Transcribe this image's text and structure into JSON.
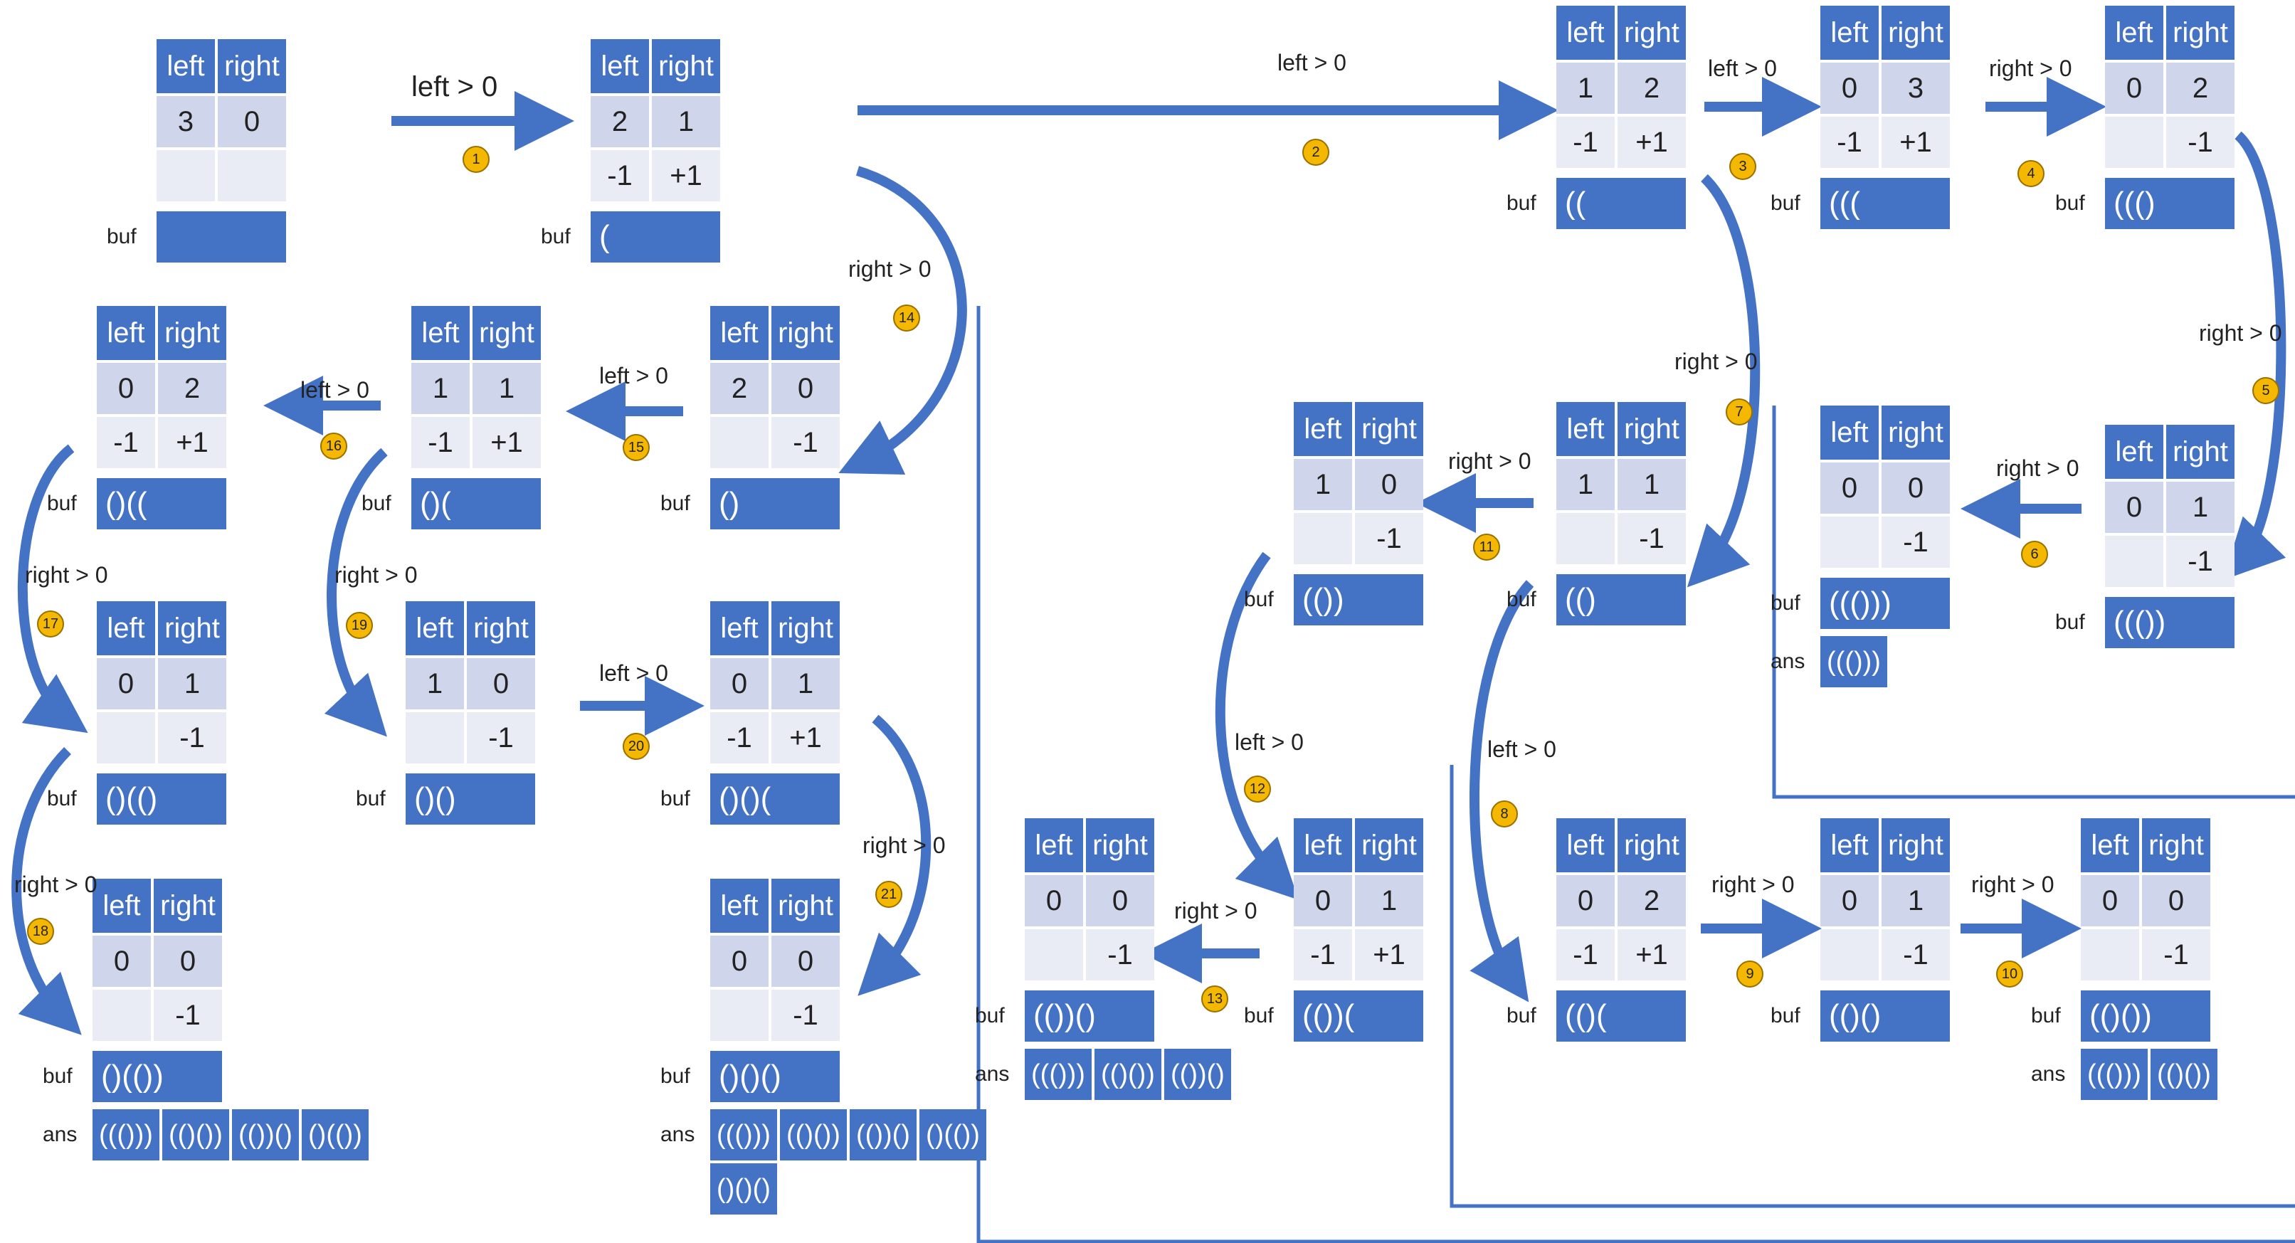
{
  "headers": {
    "left": "left",
    "right": "right"
  },
  "buf_label": "buf",
  "ans_label": "ans",
  "nodes": [
    {
      "id": "n0",
      "left": "3",
      "right": "0",
      "dl": "",
      "dr": "",
      "buf": ""
    },
    {
      "id": "n1",
      "left": "2",
      "right": "1",
      "dl": "-1",
      "dr": "+1",
      "buf": "("
    },
    {
      "id": "n2",
      "left": "1",
      "right": "2",
      "dl": "-1",
      "dr": "+1",
      "buf": "(("
    },
    {
      "id": "n3",
      "left": "0",
      "right": "3",
      "dl": "-1",
      "dr": "+1",
      "buf": "((("
    },
    {
      "id": "n4",
      "left": "0",
      "right": "2",
      "dl": "",
      "dr": "-1",
      "buf": "((()"
    },
    {
      "id": "n5",
      "left": "0",
      "right": "1",
      "dl": "",
      "dr": "-1",
      "buf": "((())"
    },
    {
      "id": "n6",
      "left": "0",
      "right": "0",
      "dl": "",
      "dr": "-1",
      "buf": "((()))",
      "ans": [
        "((()))"
      ]
    },
    {
      "id": "n7",
      "left": "1",
      "right": "1",
      "dl": "",
      "dr": "-1",
      "buf": "(()"
    },
    {
      "id": "n8",
      "left": "0",
      "right": "2",
      "dl": "-1",
      "dr": "+1",
      "buf": "(()("
    },
    {
      "id": "n9",
      "left": "0",
      "right": "1",
      "dl": "",
      "dr": "-1",
      "buf": "(()()"
    },
    {
      "id": "n10",
      "left": "0",
      "right": "0",
      "dl": "",
      "dr": "-1",
      "buf": "(()())",
      "ans": [
        "((()))",
        "(()())"
      ]
    },
    {
      "id": "n11",
      "left": "1",
      "right": "0",
      "dl": "",
      "dr": "-1",
      "buf": "(())"
    },
    {
      "id": "n12",
      "left": "0",
      "right": "1",
      "dl": "-1",
      "dr": "+1",
      "buf": "(())("
    },
    {
      "id": "n13",
      "left": "0",
      "right": "0",
      "dl": "",
      "dr": "-1",
      "buf": "(())()",
      "ans": [
        "((()))",
        "(()())",
        "(())()"
      ]
    },
    {
      "id": "n14",
      "left": "2",
      "right": "0",
      "dl": "",
      "dr": "-1",
      "buf": "()"
    },
    {
      "id": "n15",
      "left": "1",
      "right": "1",
      "dl": "-1",
      "dr": "+1",
      "buf": "()("
    },
    {
      "id": "n16",
      "left": "0",
      "right": "2",
      "dl": "-1",
      "dr": "+1",
      "buf": "()(("
    },
    {
      "id": "n17",
      "left": "0",
      "right": "1",
      "dl": "",
      "dr": "-1",
      "buf": "()(()"
    },
    {
      "id": "n18",
      "left": "0",
      "right": "0",
      "dl": "",
      "dr": "-1",
      "buf": "()(())",
      "ans": [
        "((()))",
        "(()())",
        "(())()",
        "()(())"
      ]
    },
    {
      "id": "n19",
      "left": "1",
      "right": "0",
      "dl": "",
      "dr": "-1",
      "buf": "()()"
    },
    {
      "id": "n20",
      "left": "0",
      "right": "1",
      "dl": "-1",
      "dr": "+1",
      "buf": "()()("
    },
    {
      "id": "n21",
      "left": "0",
      "right": "0",
      "dl": "",
      "dr": "-1",
      "buf": "()()()",
      "ans": [
        "((()))",
        "(()())",
        "(())()",
        "()(())",
        "()()()"
      ]
    }
  ],
  "edges": [
    {
      "step": "1",
      "label": "left > 0"
    },
    {
      "step": "2",
      "label": "left > 0"
    },
    {
      "step": "3",
      "label": "left > 0"
    },
    {
      "step": "4",
      "label": "right > 0"
    },
    {
      "step": "5",
      "label": "right > 0"
    },
    {
      "step": "6",
      "label": "right > 0"
    },
    {
      "step": "7",
      "label": "right > 0"
    },
    {
      "step": "8",
      "label": "left > 0"
    },
    {
      "step": "9",
      "label": "right > 0"
    },
    {
      "step": "10",
      "label": "right > 0"
    },
    {
      "step": "11",
      "label": "right > 0"
    },
    {
      "step": "12",
      "label": "left > 0"
    },
    {
      "step": "13",
      "label": "right > 0"
    },
    {
      "step": "14",
      "label": "right > 0"
    },
    {
      "step": "15",
      "label": "left > 0"
    },
    {
      "step": "16",
      "label": "left > 0"
    },
    {
      "step": "17",
      "label": "right > 0"
    },
    {
      "step": "18",
      "label": "right > 0"
    },
    {
      "step": "19",
      "label": "right > 0"
    },
    {
      "step": "20",
      "label": "left > 0"
    },
    {
      "step": "21",
      "label": "right > 0"
    }
  ],
  "colors": {
    "header": "#4472c4",
    "cell_a": "#cfd5ea",
    "cell_b": "#e9ebf5",
    "badge": "#f5b800"
  }
}
